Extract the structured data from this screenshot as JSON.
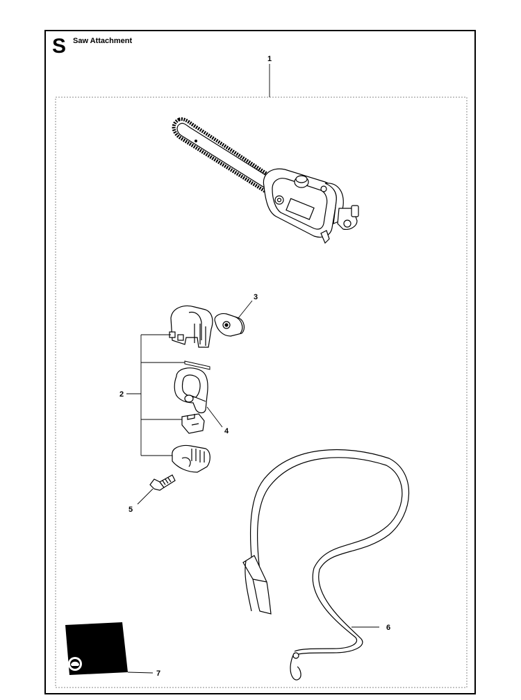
{
  "header": {
    "section_letter": "S",
    "title": "Saw Attachment"
  },
  "callouts": [
    {
      "id": "1",
      "part": "chainsaw-head"
    },
    {
      "id": "2",
      "part": "bracket-assembly"
    },
    {
      "id": "3",
      "part": "clamp-nut"
    },
    {
      "id": "4",
      "part": "handle-loop"
    },
    {
      "id": "5",
      "part": "bolt"
    },
    {
      "id": "6",
      "part": "strap"
    },
    {
      "id": "7",
      "part": "manual-plate"
    }
  ]
}
